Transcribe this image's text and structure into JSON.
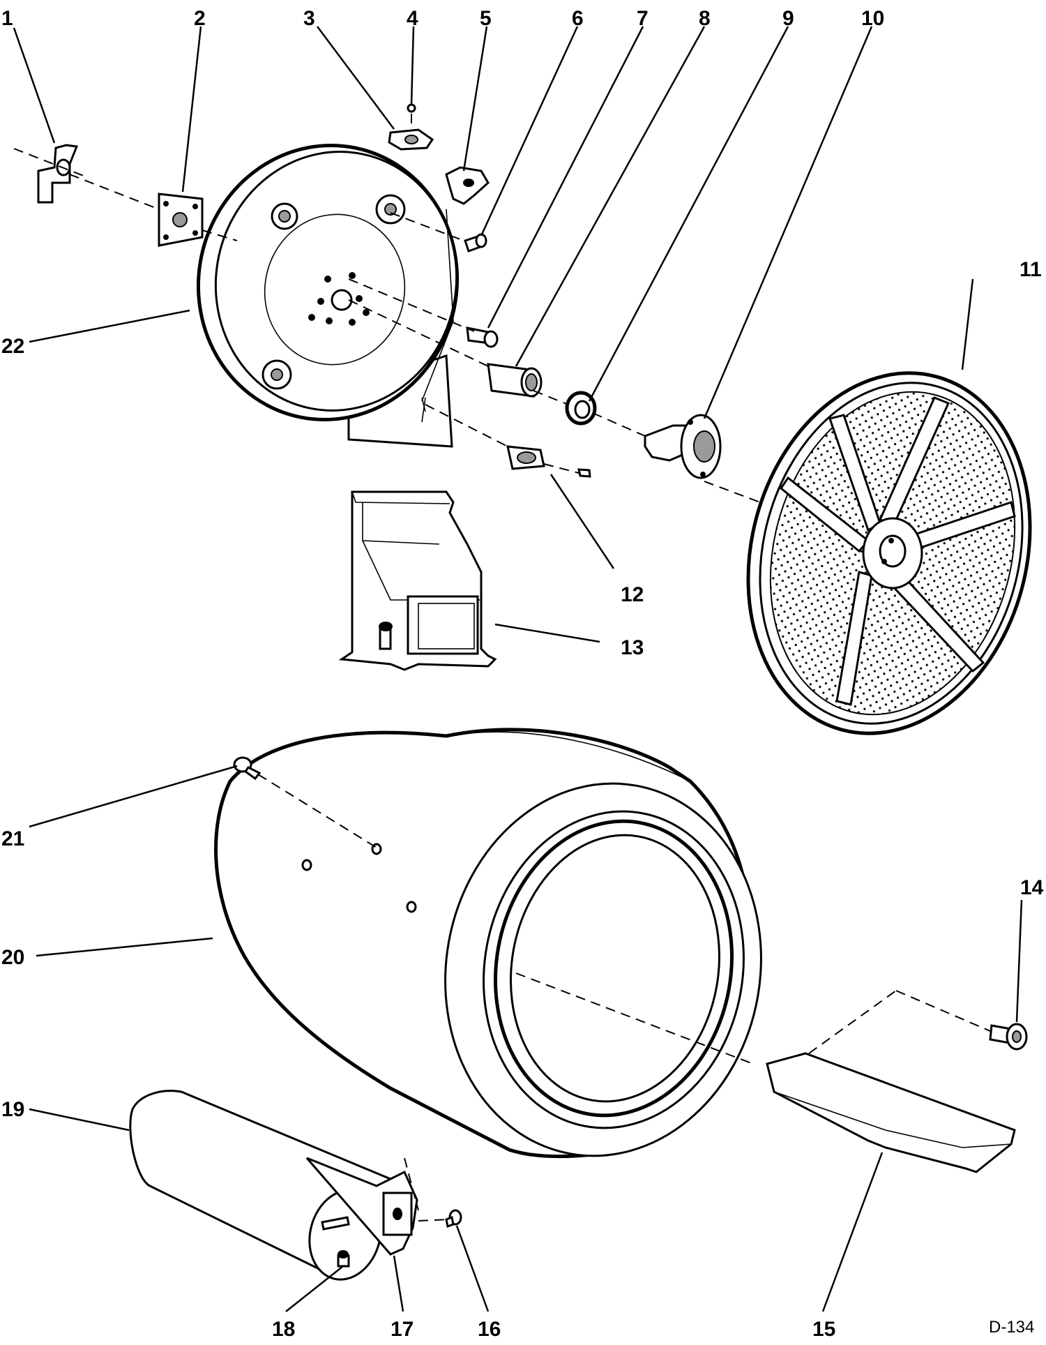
{
  "diagram": {
    "labels": {
      "l1": "1",
      "l2": "2",
      "l3": "3",
      "l4": "4",
      "l5": "5",
      "l6": "6",
      "l7": "7",
      "l8": "8",
      "l9": "9",
      "l10": "10",
      "l11": "11",
      "l12": "12",
      "l13": "13",
      "l14": "14",
      "l15": "15",
      "l16": "16",
      "l17": "17",
      "l18": "18",
      "l19": "19",
      "l20": "20",
      "l21": "21",
      "l22": "22"
    },
    "figure_code": "D-134"
  }
}
